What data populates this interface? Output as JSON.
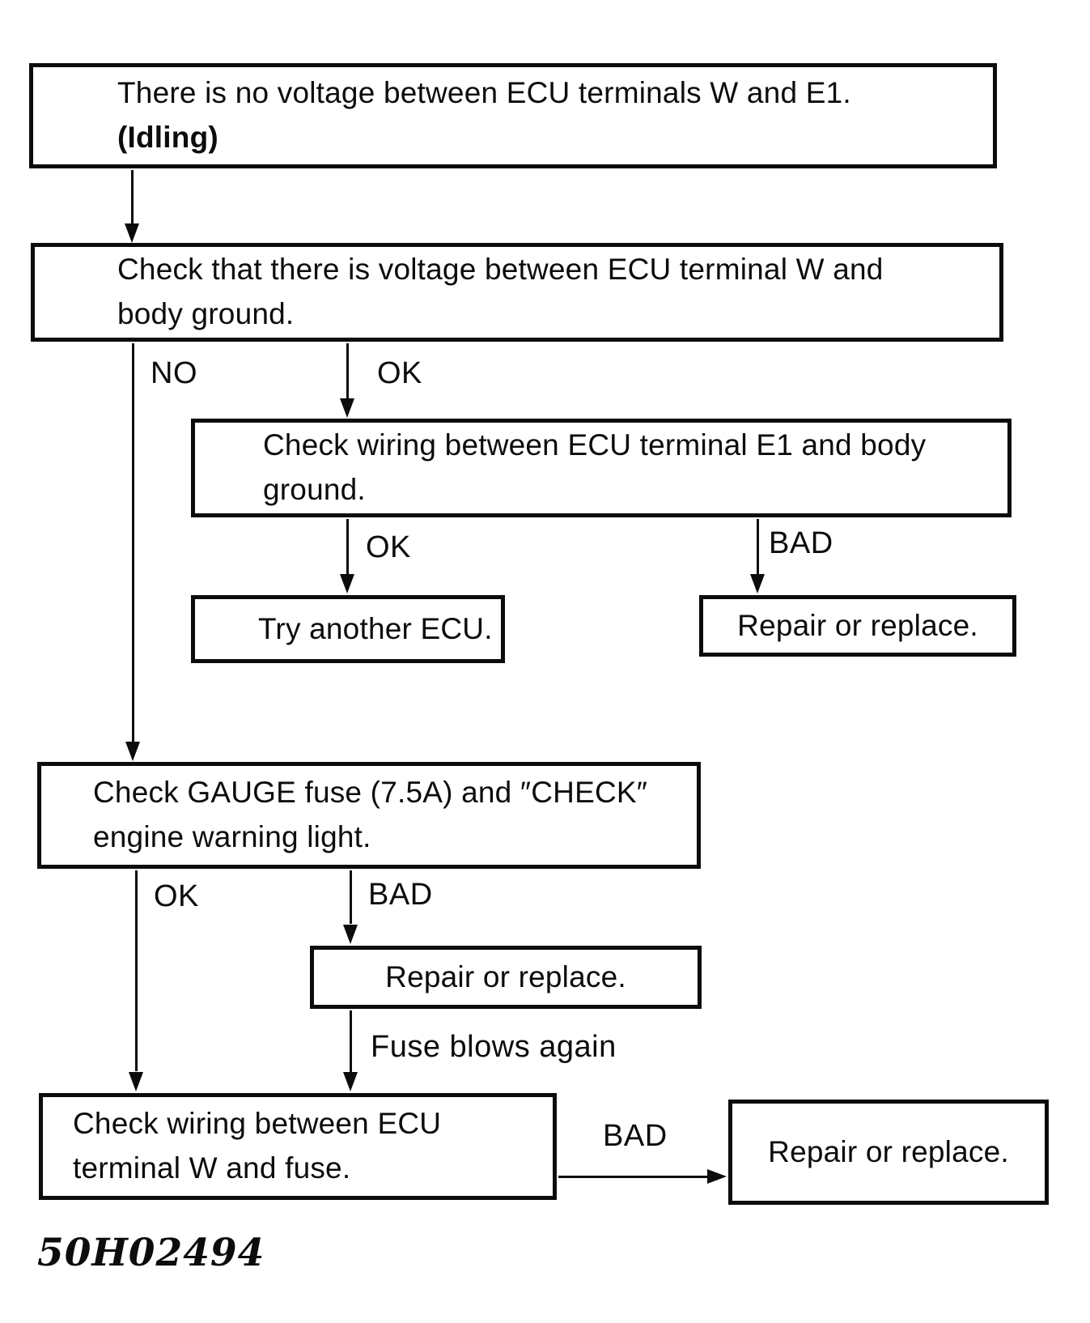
{
  "diagram": {
    "colors": {
      "ink": "#0c0c0c",
      "paper": "#ffffff"
    },
    "boxes": {
      "start": {
        "line1": "There is no voltage between ECU terminals W and E1.",
        "line2": "(Idling)"
      },
      "check_voltage": {
        "line1": "Check that there is voltage between ECU terminal W and",
        "line2": "body ground."
      },
      "check_wiring_e1": {
        "line1": "Check wiring between ECU terminal E1 and body",
        "line2": "ground."
      },
      "try_ecu": {
        "line1": "Try another ECU."
      },
      "repair1": {
        "line1": "Repair or replace."
      },
      "check_fuse": {
        "line1": "Check GAUGE fuse (7.5A) and ″CHECK″",
        "line2": "engine warning light."
      },
      "repair2": {
        "line1": "Repair or replace."
      },
      "check_wiring_w": {
        "line1": "Check wiring between ECU",
        "line2": "terminal W and fuse."
      },
      "repair3": {
        "line1": "Repair or replace."
      }
    },
    "labels": {
      "no1": "NO",
      "ok1": "OK",
      "ok2": "OK",
      "bad1": "BAD",
      "ok3": "OK",
      "bad2": "BAD",
      "fuse_again": "Fuse blows again",
      "bad3": "BAD"
    },
    "caption": "50H02494"
  }
}
